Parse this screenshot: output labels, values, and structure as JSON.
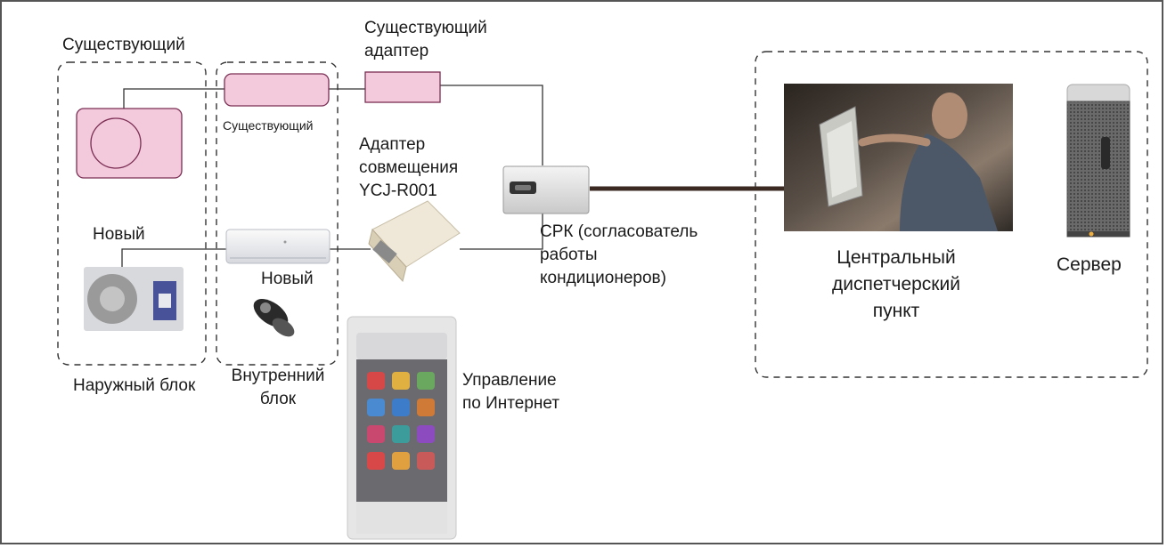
{
  "labels": {
    "existing_outdoor": "Существующий",
    "existing_adapter_line1": "Существующий",
    "existing_adapter_line2": "адаптер",
    "existing_indoor": "Существующий",
    "compat_adapter_line1": "Адаптер",
    "compat_adapter_line2": "совмещения",
    "compat_adapter_line3": "YCJ-R001",
    "new_outdoor": "Новый",
    "new_indoor": "Новый",
    "srk_line1": "СРК (согласователь",
    "srk_line2": "работы",
    "srk_line3": "кондиционеров)",
    "central_line1": "Центральный",
    "central_line2": "диспетчерский",
    "central_line3": "пункт",
    "server": "Сервер",
    "outdoor_unit": "Наружный блок",
    "indoor_unit_line1": "Внутренний",
    "indoor_unit_line2": "блок",
    "internet_line1": "Управление",
    "internet_line2": "по Интернет"
  },
  "colors": {
    "pink_fill": "#f3c9dc",
    "pink_stroke": "#7a2d52",
    "line": "#333333",
    "thick_line": "#3a2a22"
  }
}
